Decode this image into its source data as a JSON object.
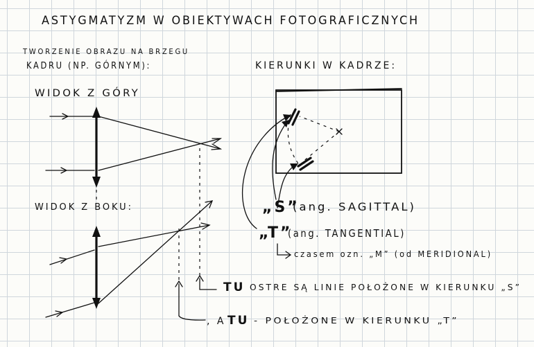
{
  "title": "ASTYGMATYZM W OBIEKTYWACH FOTOGRAFICZNYCH",
  "intro": {
    "line1": "TWORZENIE OBRAZU NA BRZEGU",
    "line2": "KADRU (NP. GÓRNYM):"
  },
  "views": {
    "top": "WIDOK Z GÓRY",
    "side": "WIDOK Z BOKU:"
  },
  "frame": {
    "heading": "KIERUNKI W KADRZE:"
  },
  "labels": {
    "s_letter": "„S”",
    "s_desc": "(ang. SAGITTAL)",
    "t_letter": "„T”",
    "t_desc": "(ang. TANGENTIAL)",
    "m_note": "czasem ozn. „M” (od MERIDIONAL)"
  },
  "notes": {
    "sharp_s_bold": "TU",
    "sharp_s_rest": "OSTRE SĄ LINIE POŁOŻONE W KIERUNKU „S”",
    "sharp_t_prefix": ", A",
    "sharp_t_bold": "TU",
    "sharp_t_rest": "- POŁOŻONE W KIERUNKU „T”"
  }
}
